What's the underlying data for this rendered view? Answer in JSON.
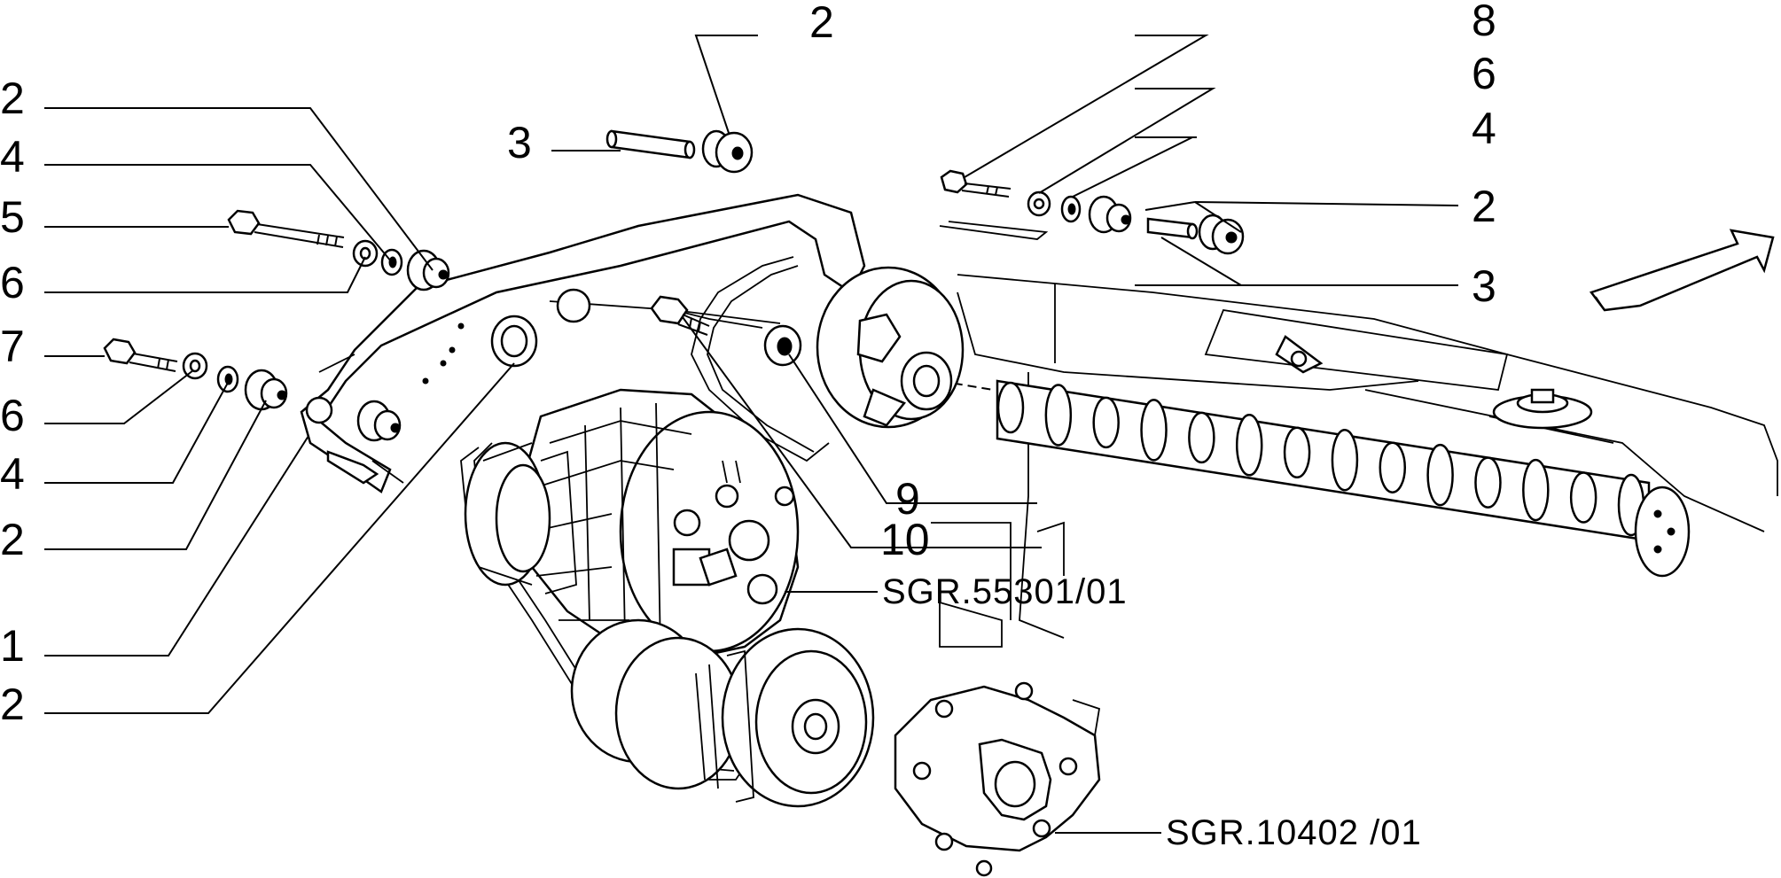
{
  "left_labels": [
    "2",
    "4",
    "5",
    "6",
    "7",
    "6",
    "4",
    "2",
    "1",
    "2"
  ],
  "top_labels": [
    "2",
    "3"
  ],
  "right_labels": [
    "8",
    "6",
    "4",
    "2",
    "3"
  ],
  "pulley_labels": [
    "9",
    "10"
  ],
  "references": [
    "SGR.55301/01",
    "SGR.10402 /01"
  ]
}
